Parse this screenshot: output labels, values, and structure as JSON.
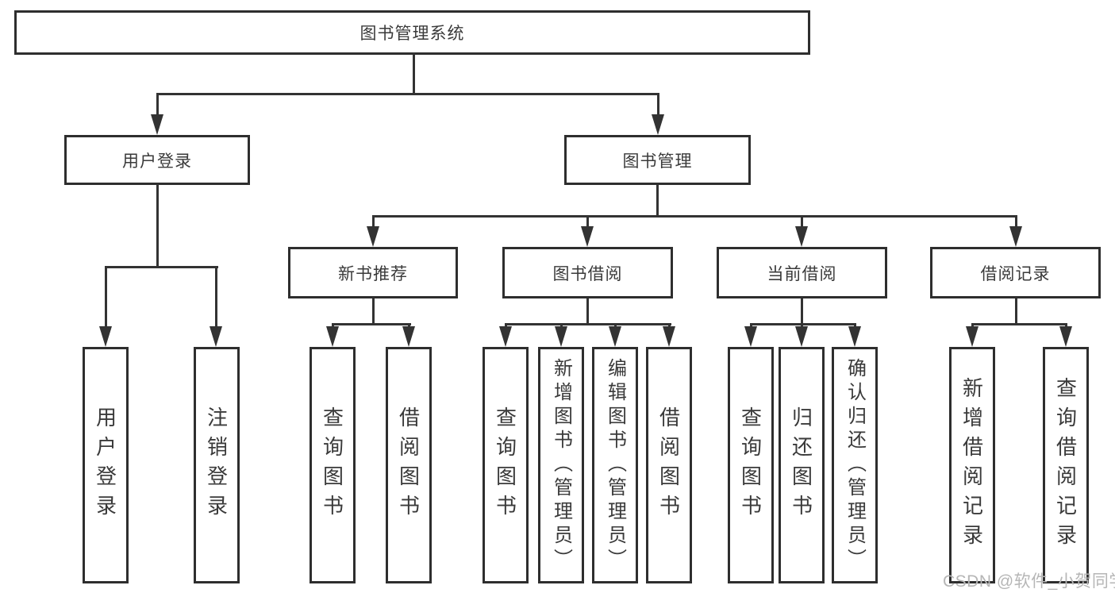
{
  "tree": {
    "label": "图书管理系统",
    "children": [
      {
        "label": "用户登录",
        "children": [
          {
            "label": "用户登录"
          },
          {
            "label": "注销登录"
          }
        ]
      },
      {
        "label": "图书管理",
        "children": [
          {
            "label": "新书推荐",
            "children": [
              {
                "label": "查询图书"
              },
              {
                "label": "借阅图书"
              }
            ]
          },
          {
            "label": "图书借阅",
            "children": [
              {
                "label": "查询图书"
              },
              {
                "label": "新增图书（管理员）"
              },
              {
                "label": "编辑图书（管理员）"
              },
              {
                "label": "借阅图书"
              }
            ]
          },
          {
            "label": "当前借阅",
            "children": [
              {
                "label": "查询图书"
              },
              {
                "label": "归还图书"
              },
              {
                "label": "确认归还（管理员）"
              }
            ]
          },
          {
            "label": "借阅记录",
            "children": [
              {
                "label": "新增借阅记录"
              },
              {
                "label": "查询借阅记录"
              }
            ]
          }
        ]
      }
    ]
  },
  "watermark": {
    "text": "CSDN @软件_小贺同学",
    "color": "#b6b6b6"
  },
  "colors": {
    "line": "#333333",
    "box_border": "#2e2e2e",
    "text": "#3a3a3a",
    "background": "#ffffff"
  }
}
